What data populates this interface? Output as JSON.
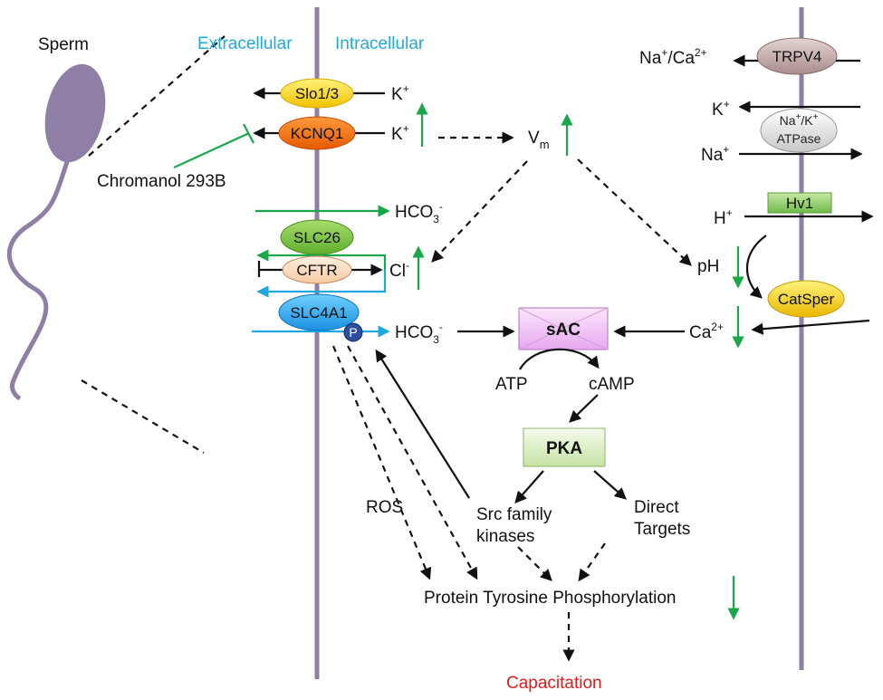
{
  "labels": {
    "sperm": "Sperm",
    "extracellular": "Extracellular",
    "intracellular": "Intracellular",
    "chromanol": "Chromanol 293B",
    "k_slo": "K",
    "k_kcnq": "K",
    "vm": "V",
    "vm_sub": "m",
    "hco3_top": "HCO",
    "cl": "Cl",
    "hco3_mid": "HCO",
    "ph": "pH",
    "ca": "Ca",
    "atp": "ATP",
    "camp": "cAMP",
    "ros": "ROS",
    "src_line1": "Src family",
    "src_line2": "kinases",
    "direct_line1": "Direct",
    "direct_line2": "Targets",
    "ptp": "Protein Tyrosine Phosphorylation",
    "capacitation": "Capacitation",
    "na_ca": "Na",
    "k_right": "K",
    "na_right": "Na",
    "h_right": "H"
  },
  "channels": {
    "slo": "Slo1/3",
    "kcnq": "KCNQ1",
    "slc26": "SLC26",
    "cftr": "CFTR",
    "slc4a1": "SLC4A1",
    "p": "P",
    "trpv4": "TRPV4",
    "atpase_line1": "Na",
    "atpase_line2": "ATPase",
    "hv1": "Hv1",
    "catsper": "CatSper",
    "sac": "sAC",
    "pka": "PKA"
  },
  "colors": {
    "membrane": "#8f7fa6",
    "sperm": "#8f7fa6",
    "blue_text": "#20a8e0",
    "red_text": "#e8191a",
    "green_arrow": "#1aa74a",
    "blue_arrow": "#1fa7e0"
  }
}
